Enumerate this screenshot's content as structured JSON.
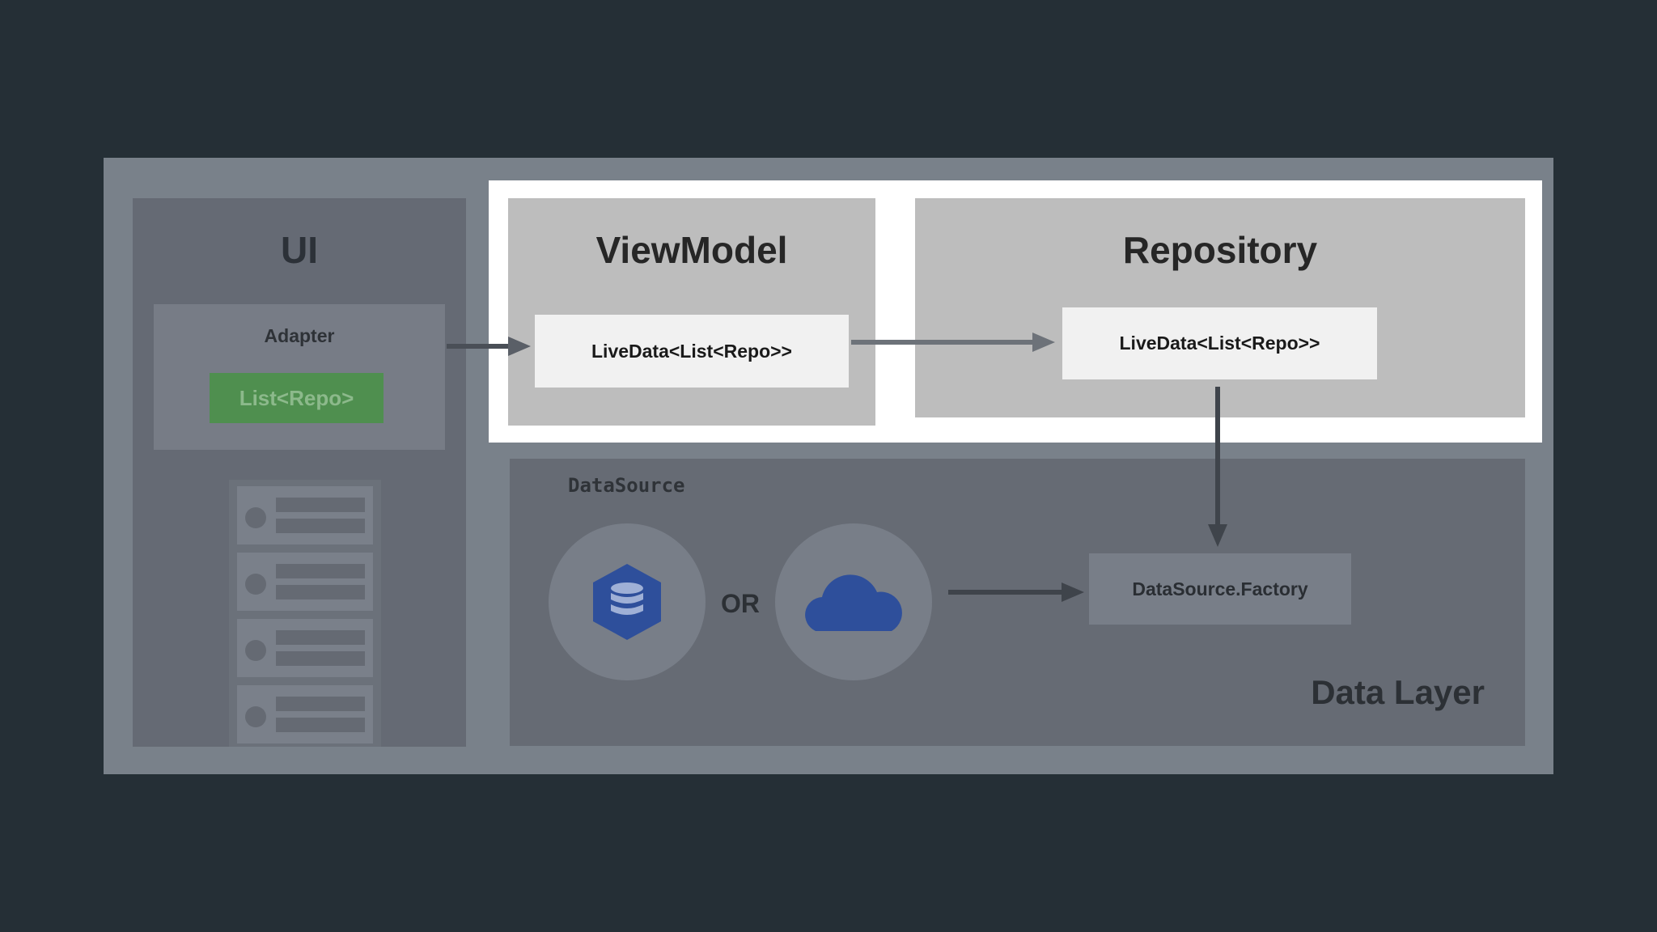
{
  "ui": {
    "title": "UI",
    "adapter_label": "Adapter",
    "list_label": "List<Repo>"
  },
  "viewmodel": {
    "title": "ViewModel",
    "livedata_label": "LiveData<List<Repo>>"
  },
  "repository": {
    "title": "Repository",
    "livedata_label": "LiveData<List<Repo>>"
  },
  "data_layer": {
    "title": "Data Layer",
    "datasource_label": "DataSource",
    "or_label": "OR",
    "factory_label": "DataSource.Factory"
  },
  "icons": {
    "database": "database-icon",
    "cloud": "cloud-icon"
  },
  "colors": {
    "background": "#252f36",
    "highlight": "#ffffff",
    "list_green": "#4f8f4f",
    "icon_blue": "#2e4f9b"
  }
}
